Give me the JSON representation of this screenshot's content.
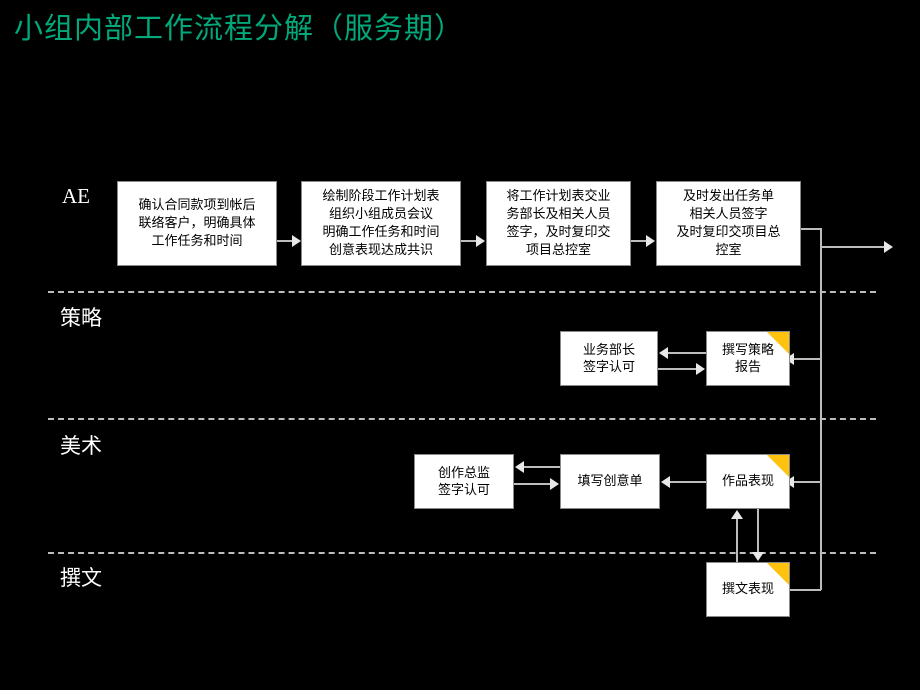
{
  "slide": {
    "title": "小组内部工作流程分解（服务期）",
    "title_color": "#00a87a",
    "background_color": "#000000",
    "accent_fold_color": "#ffc20e",
    "connector_color": "#bdbdbd",
    "box_fill_color": "#ffffff",
    "box_text_color": "#000000"
  },
  "lanes": [
    {
      "id": "ae",
      "label": "AE"
    },
    {
      "id": "celue",
      "label": "策略"
    },
    {
      "id": "meishu",
      "label": "美术"
    },
    {
      "id": "zhuanwen",
      "label": "撰文"
    }
  ],
  "boxes": {
    "ae1": "确认合同款项到帐后\n联络客户，明确具体\n工作任务和时间",
    "ae2": "绘制阶段工作计划表\n组织小组成员会议\n明确工作任务和时间\n创意表现达成共识",
    "ae3": "将工作计划表交业\n务部长及相关人员\n签字，及时复印交\n项目总控室",
    "ae4": "及时发出任务单\n相关人员签字\n及时复印交项目总\n控室",
    "celue_sign": "业务部长\n签字认可",
    "celue_report": "撰写策略\n报告",
    "meishu_sign": "创作总监\n签字认可",
    "meishu_form": "填写创意单",
    "meishu_work": "作品表现",
    "zhuanwen_work": "撰文表现"
  }
}
